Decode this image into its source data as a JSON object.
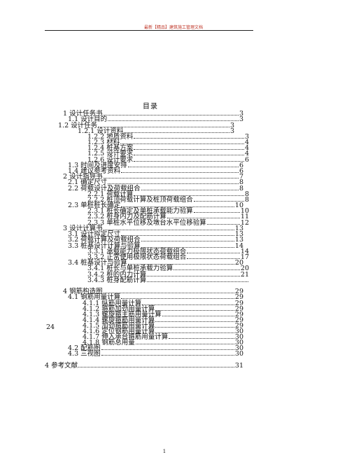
{
  "header": {
    "text": "最新【精品】建筑施工管理文档"
  },
  "toc": {
    "title": "目录",
    "entries": [
      {
        "label": "1  设计任务书",
        "page": "3"
      },
      {
        "label": "1.1  设计目的",
        "page": "3"
      },
      {
        "label": "1.2  设计任务",
        "page": "3"
      },
      {
        "label": "1.2.1  设计资料",
        "page": "3"
      },
      {
        "label": "1.2.2  地质资料",
        "page": "3"
      },
      {
        "label": "1.2.3  材料",
        "page": "4"
      },
      {
        "label": "1.2.4  桩基方案",
        "page": "4"
      },
      {
        "label": "1.2.5  设计要求",
        "page": "4"
      },
      {
        "label": "1.2.6  设计要求",
        "page": "6"
      },
      {
        "label": "1.3  时间及进度安排",
        "page": "6"
      },
      {
        "label": "1.4  建议参考资料",
        "page": "6"
      },
      {
        "label": "2  设计指导书",
        "page": "7"
      },
      {
        "label": "2.1  确定尺寸",
        "page": "8"
      },
      {
        "label": "2.2  荷载设计及荷载组合",
        "page": "8"
      },
      {
        "label": "2.2.1  荷载计算",
        "page": "8"
      },
      {
        "label": "2.2.2  桩顶荷载计算及桩顶荷载组合",
        "page": "8"
      },
      {
        "label": "2.3  单桩桩长确定",
        "page": "10"
      },
      {
        "label": "2.3.1  桩长确定及单桩承载能力验算",
        "page": "10"
      },
      {
        "label": "2.3.2  桩身内力及配筋计算",
        "page": "11"
      },
      {
        "label": "2.3.3  单桩水平位移及墩台水平位移验算",
        "page": "12"
      },
      {
        "label": "3  设计计算书",
        "page": "13"
      },
      {
        "label": "3.1  设计拟定尺寸",
        "page": "13"
      },
      {
        "label": "3.2  荷载计算及荷载组合",
        "page": "13"
      },
      {
        "label": "3.3  桩基设计计算与验算",
        "page": "14"
      },
      {
        "label": "3.3.1  承载能力极限状态荷载组合",
        "page": "14"
      },
      {
        "label": "3.3.2  正常使用极限状态荷载组合",
        "page": "17"
      },
      {
        "label": "3.4  桩基设计与验算",
        "page": "20"
      },
      {
        "label": "3.4.1  桩长与单桩承载力验算",
        "page": "20"
      },
      {
        "label": "3.4.2  桩的内力计算",
        "page": "21"
      },
      {
        "label": "3.4.3  桩身配筋计算",
        "page": ""
      },
      {
        "label": "4  钢筋构造图",
        "page": "29"
      },
      {
        "label": "4.1  钢筋用量计算",
        "page": "29"
      },
      {
        "label": "4.1.1  纵筋用量计算",
        "page": "29"
      },
      {
        "label": "4.1.2  箍筋加劲用量计算",
        "page": "29"
      },
      {
        "label": "4.1.3  螺旋箍主筋用量计算",
        "page": "29"
      },
      {
        "label": "4.1.4  螺旋箍筋用量计算",
        "page": "29"
      },
      {
        "label": "4.1.5  加劲箍筋用量计算",
        "page": "29"
      },
      {
        "label": "4.1.6  定位钢筋用量计算",
        "page": "30"
      },
      {
        "label": "4.1.7  伸入承台箍筋用量计算",
        "page": "30"
      },
      {
        "label": "4.1.8  钢筋总用量",
        "page": "30"
      },
      {
        "label": "4.2  配筋图",
        "page": "30"
      },
      {
        "label": "4.3  三视图",
        "page": "30"
      },
      {
        "label": "4  参考文献",
        "page": "31"
      }
    ],
    "stray_page": "24"
  },
  "footer": {
    "page_number": "1"
  }
}
